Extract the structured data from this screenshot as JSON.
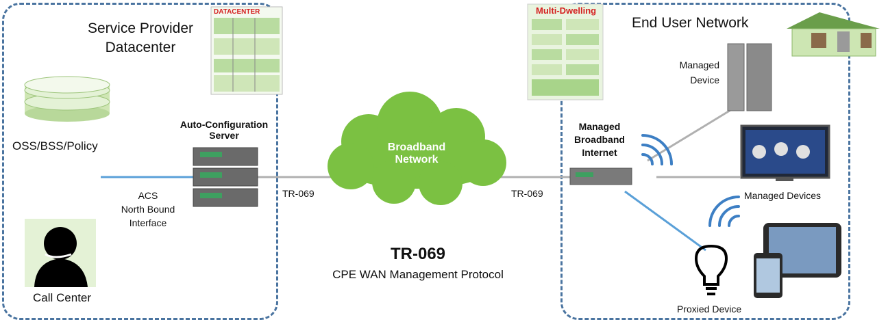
{
  "zones": {
    "provider_title_line1": "Service Provider",
    "provider_title_line2": "Datacenter",
    "end_user_title": "End User Network"
  },
  "provider": {
    "datacenter_label": "DATACENTER",
    "oss_label": "OSS/BSS/Policy",
    "acs_label_line1": "Auto-Configuration",
    "acs_label_line2": "Server",
    "acs_nbi_line1": "ACS",
    "acs_nbi_line2": "North Bound",
    "acs_nbi_line3": "Interface",
    "call_center_label": "Call Center"
  },
  "network": {
    "cloud_line1": "Broadband",
    "cloud_line2": "Network",
    "link_left": "TR-069",
    "link_right": "TR-069",
    "protocol_title": "TR-069",
    "protocol_subtitle": "CPE WAN Management Protocol"
  },
  "end_user": {
    "multi_dwelling_label": "Multi-Dwelling",
    "managed_device_line1": "Managed",
    "managed_device_line2": "Device",
    "gateway_line1": "Managed",
    "gateway_line2": "Broadband",
    "gateway_line3": "Internet",
    "managed_devices_label": "Managed Devices",
    "proxied_device_label": "Proxied Device"
  },
  "colors": {
    "zone_border": "#4a74a0",
    "cloud": "#7bc142",
    "link_line": "#b0b0b0",
    "nbi_line": "#5aa0d8",
    "wifi": "#3d7fc4",
    "datacenter_red": "#d42020"
  }
}
